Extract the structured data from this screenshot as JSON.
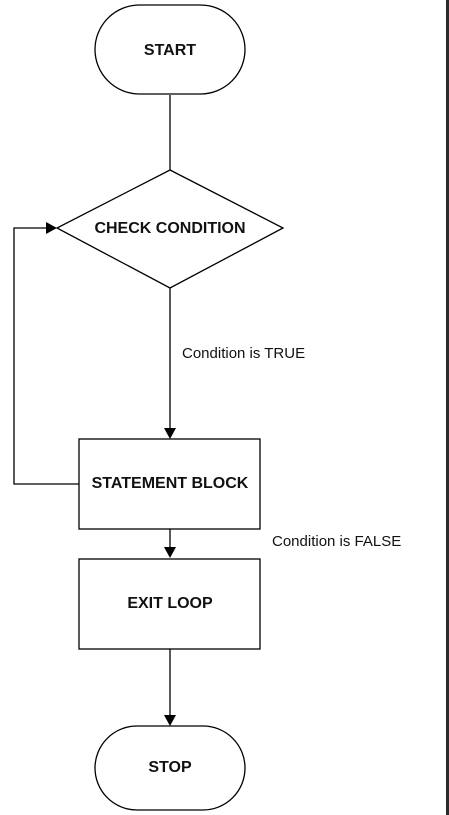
{
  "diagram": {
    "nodes": {
      "start": {
        "label": "START",
        "shape": "terminal"
      },
      "check": {
        "label": "CHECK CONDITION",
        "shape": "decision"
      },
      "statement": {
        "label": "STATEMENT BLOCK",
        "shape": "process"
      },
      "exit": {
        "label": "EXIT LOOP",
        "shape": "process"
      },
      "stop": {
        "label": "STOP",
        "shape": "terminal"
      }
    },
    "edges": {
      "true_label": "Condition is TRUE",
      "false_label": "Condition is FALSE"
    }
  },
  "colors": {
    "frame": "#2b2b2b",
    "background": "#ffffff",
    "stroke": "#000000",
    "text": "#111111"
  }
}
